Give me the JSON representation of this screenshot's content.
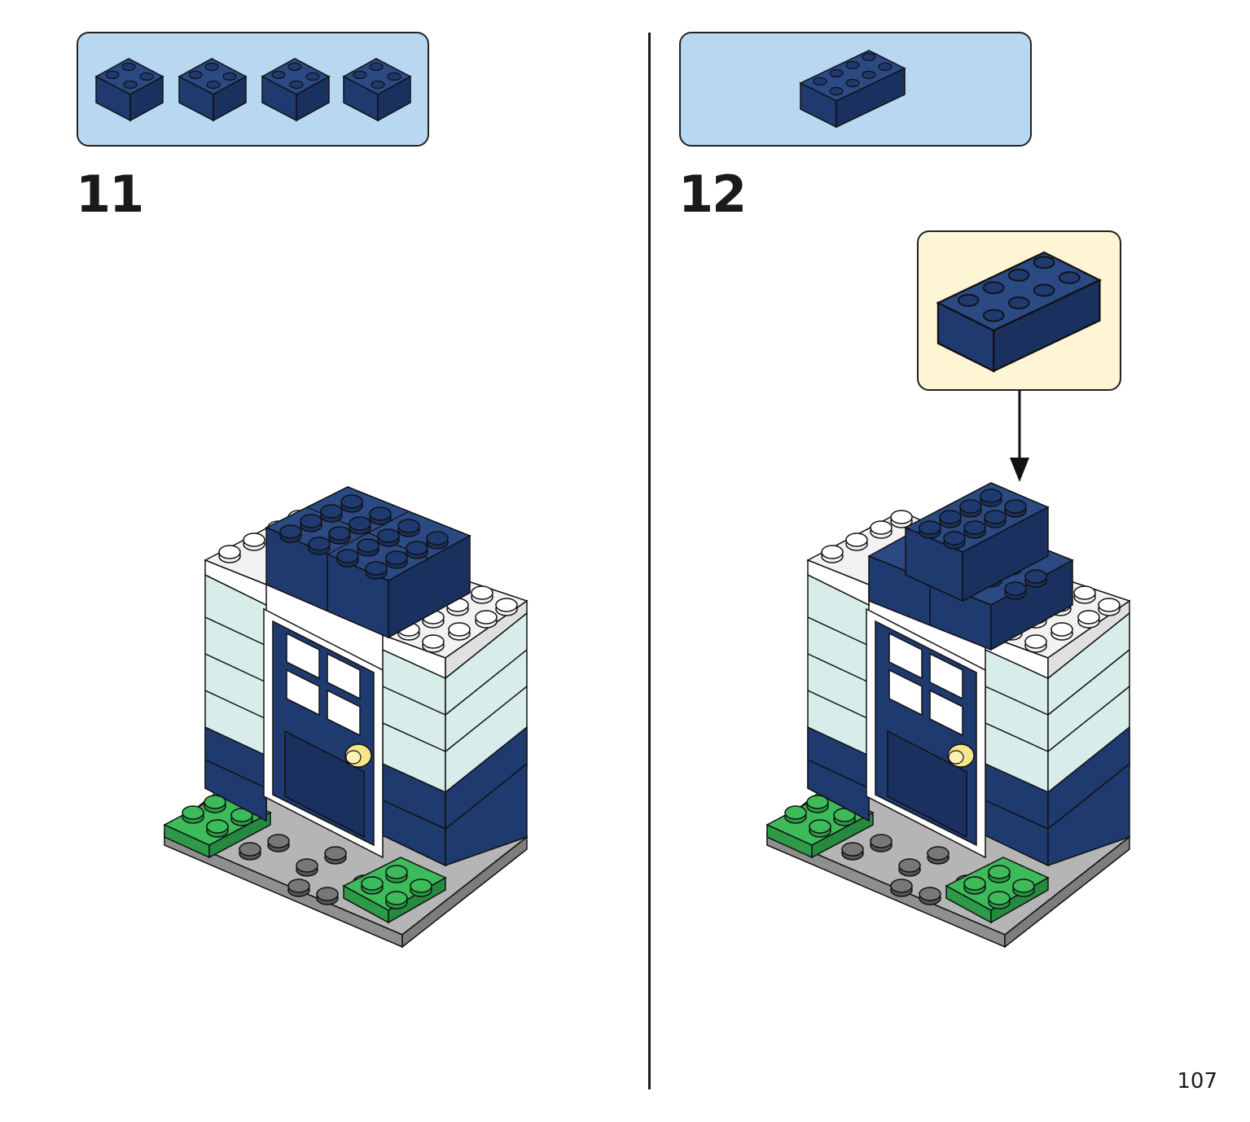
{
  "steps": [
    {
      "number": "11",
      "parts": {
        "count": 4,
        "part": "dark-blue-brick-2x2"
      }
    },
    {
      "number": "12",
      "parts": {
        "count": 1,
        "part": "dark-blue-brick-2x4"
      },
      "callout": "dark-blue-brick-2x4"
    }
  ],
  "page_number": "107",
  "colors": {
    "parts_box": "#b8d8f2",
    "callout_box": "#fdf5d4",
    "dark_blue": "#1f3a6e",
    "light_aqua": "#d8ede9",
    "white_brick": "#f2f2f2",
    "green": "#3dba5a",
    "gray": "#a9a9a9",
    "dark_gray": "#6b6b6b",
    "yellow_knob": "#f5e68a"
  }
}
